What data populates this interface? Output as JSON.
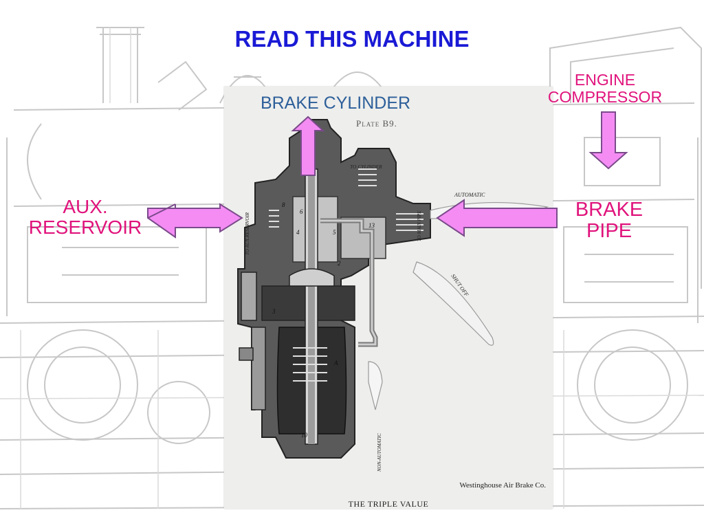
{
  "title": "READ THIS MACHINE",
  "labels": {
    "brake_cylinder": "BRAKE CYLINDER",
    "engine_compressor_line1": "ENGINE",
    "engine_compressor_line2": "COMPRESSOR",
    "aux_reservoir_line1": "AUX.",
    "aux_reservoir_line2": "RESERVOIR",
    "brake_pipe_line1": "BRAKE",
    "brake_pipe_line2": "PIPE"
  },
  "plate": {
    "plate_number": "Plate B9.",
    "port_to_cylinder": "TO CYLINDER",
    "port_to_aux_reservoir": "TO AUX.RESERVOIR",
    "port_to_main_pipe": "TO MAIN PIPE",
    "handle_automatic": "AUTOMATIC",
    "handle_shut_off": "SHUT OFF",
    "handle_non_automatic": "NON-AUTOMATIC",
    "manufacturer": "Westinghouse Air Brake Co.",
    "caption": "THE TRIPLE VALUE"
  },
  "colors": {
    "title": "#1a1ad6",
    "label_pink": "#e0137c",
    "label_blue": "#2d5f9a",
    "arrow_fill": "#f48cf4",
    "arrow_stroke": "#7a4a8a"
  }
}
